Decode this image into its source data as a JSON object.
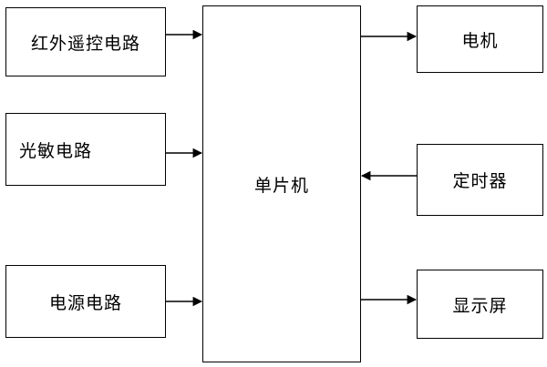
{
  "blocks": {
    "ir_remote": "红外遥控电路",
    "photosensitive": "光敏电路",
    "power": "电源电路",
    "mcu": "单片机",
    "motor": "电机",
    "timer": "定时器",
    "display": "显示屏"
  },
  "colors": {
    "stroke": "#000000",
    "background": "#ffffff"
  }
}
